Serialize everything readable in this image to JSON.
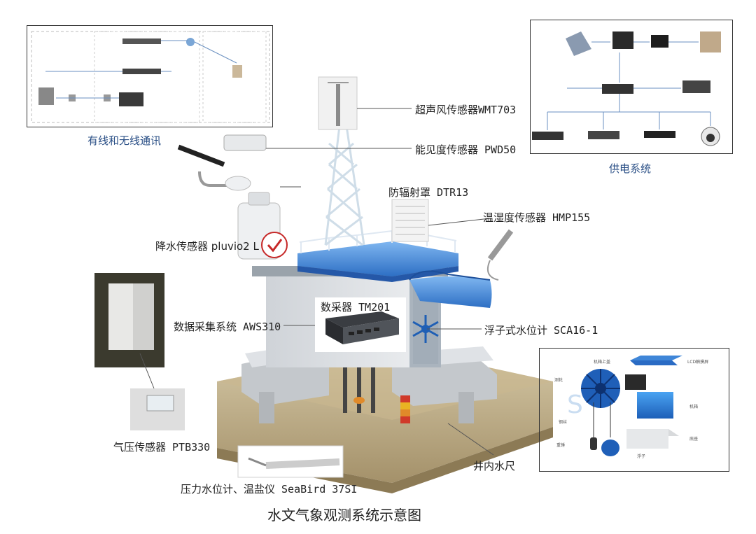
{
  "title": "水文气象观测系统示意图",
  "captions": {
    "comm": "有线和无线通讯",
    "power": "供电系统"
  },
  "labels": {
    "wind": "超声风传感器WMT703",
    "visibility": "能见度传感器 PWD50",
    "shield": "防辐射罩 DTR13",
    "temp_hum": "温湿度传感器 HMP155",
    "precip": "降水传感器 pluvio2 L",
    "logger": "数采器 TM201",
    "daq": "数据采集系统 AWS310",
    "float_gauge": "浮子式水位计 SCA16-1",
    "pressure": "气压传感器 PTB330",
    "well_ruler": "井内水尺",
    "pressure_level": "压力水位计、温盐仪 SeaBird 37SI"
  },
  "float_diagram": {
    "lcd": "LCD触摸屏",
    "top_cover": "机箱上盖",
    "wheel": "测轮",
    "box": "机箱",
    "cable": "钢丝",
    "weight": "重锤",
    "base": "底座",
    "float": "浮子"
  },
  "colors": {
    "platform_blue": "#3f86d8",
    "caption_blue": "#2a4f86",
    "water": "#b9a57c"
  }
}
